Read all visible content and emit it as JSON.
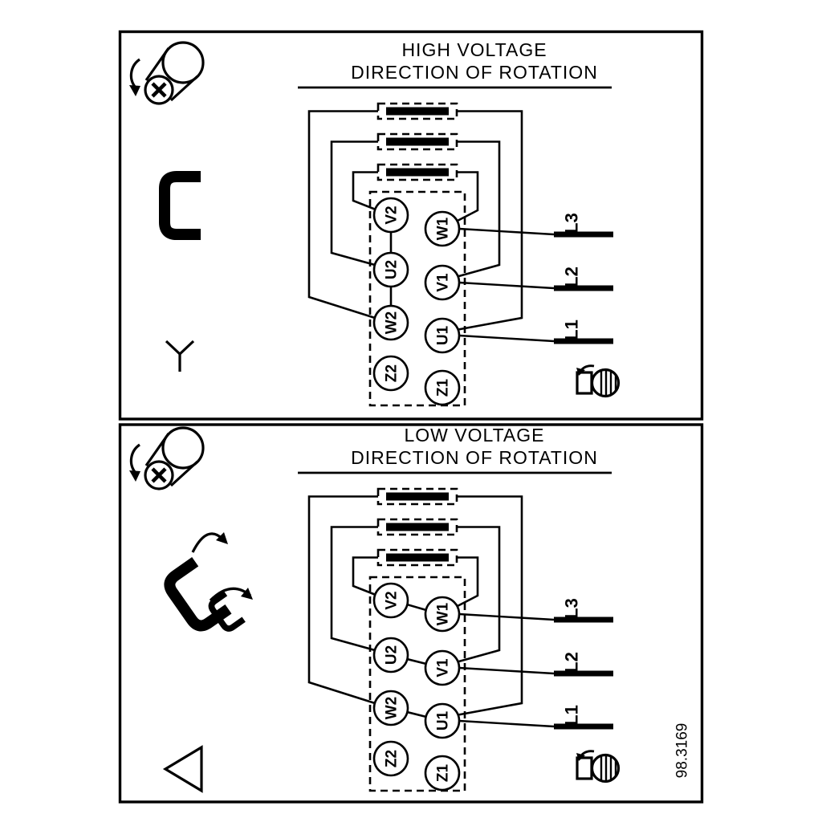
{
  "panels": [
    {
      "title_line1": "HIGH VOLTAGE",
      "title_line2": "DIRECTION OF ROTATION",
      "connection": "star",
      "terminals": {
        "left": [
          "V2",
          "U2",
          "W2",
          "Z2"
        ],
        "right": [
          "W1",
          "V1",
          "U1",
          "Z1"
        ]
      },
      "supply_lines": [
        "L3",
        "L2",
        "L1"
      ]
    },
    {
      "title_line1": "LOW VOLTAGE",
      "title_line2": "DIRECTION OF ROTATION",
      "connection": "delta",
      "terminals": {
        "left": [
          "V2",
          "U2",
          "W2",
          "Z2"
        ],
        "right": [
          "W1",
          "V1",
          "U1",
          "Z1"
        ]
      },
      "supply_lines": [
        "L3",
        "L2",
        "L1"
      ]
    }
  ],
  "drawing_number": "98.3169",
  "colors": {
    "ink": "#000000",
    "paper": "#ffffff"
  }
}
